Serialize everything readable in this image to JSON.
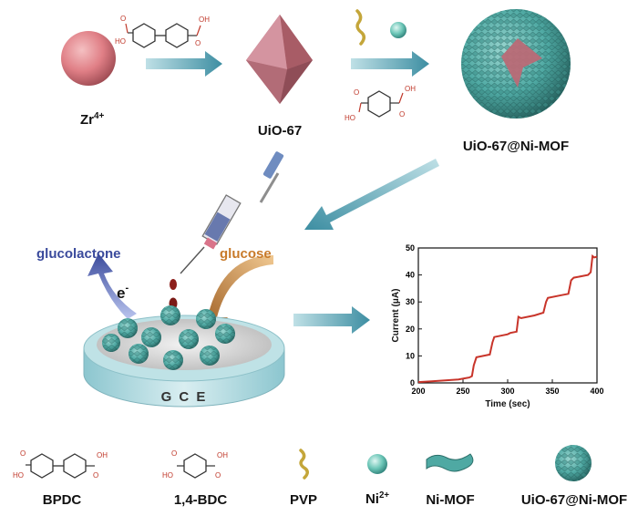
{
  "top_row": {
    "zr_label": "Zr",
    "zr_charge": "4+",
    "uio67_label": "UiO-67",
    "composite_label": "UiO-67@Ni-MOF",
    "linker_oh": "OH",
    "linker_ho": "HO",
    "linker_o": "O"
  },
  "middle": {
    "glucolactone_label": "glucolactone",
    "glucose_label": "glucose",
    "electron_label": "e",
    "electron_charge": "-",
    "electrode_label": "G C E"
  },
  "chart_data": {
    "type": "line",
    "title": "",
    "xlabel": "Time (sec)",
    "ylabel": "Current (μA)",
    "xlim": [
      200,
      400
    ],
    "ylim": [
      0,
      50
    ],
    "xticks": [
      200,
      250,
      300,
      350,
      400
    ],
    "yticks": [
      0,
      10,
      20,
      30,
      40,
      50
    ],
    "series": [
      {
        "color": "#c8342a",
        "x": [
          200,
          215,
          230,
          245,
          257,
          260,
          262,
          265,
          280,
          283,
          285,
          300,
          303,
          310,
          312,
          315,
          330,
          340,
          343,
          345,
          360,
          368,
          371,
          374,
          390,
          393,
          395,
          397,
          400
        ],
        "y": [
          0.3,
          0.6,
          0.9,
          1.3,
          2.0,
          2.5,
          6.5,
          9.5,
          10.5,
          15.0,
          17.0,
          18.0,
          18.5,
          19.0,
          24.5,
          24.0,
          25.0,
          26.0,
          30.0,
          31.5,
          32.5,
          33.0,
          38.0,
          39.0,
          40.0,
          41.0,
          47.0,
          46.5,
          46.8
        ]
      }
    ]
  },
  "legend": {
    "items": [
      {
        "label": "BPDC"
      },
      {
        "label": "1,4-BDC"
      },
      {
        "label": "PVP"
      },
      {
        "label": "Ni",
        "sup": "2+"
      },
      {
        "label": "Ni-MOF"
      },
      {
        "label": "UiO-67@Ni-MOF"
      }
    ]
  },
  "colors": {
    "zr_sphere": "#e07f86",
    "octahedron": "#c07982",
    "teal": "#5fb8b3",
    "arrow": "#4d9cac",
    "glucolactone": "#3a4a9c",
    "glucose": "#c87a2a",
    "pvp": "#c4a63a",
    "curve": "#c8342a"
  }
}
